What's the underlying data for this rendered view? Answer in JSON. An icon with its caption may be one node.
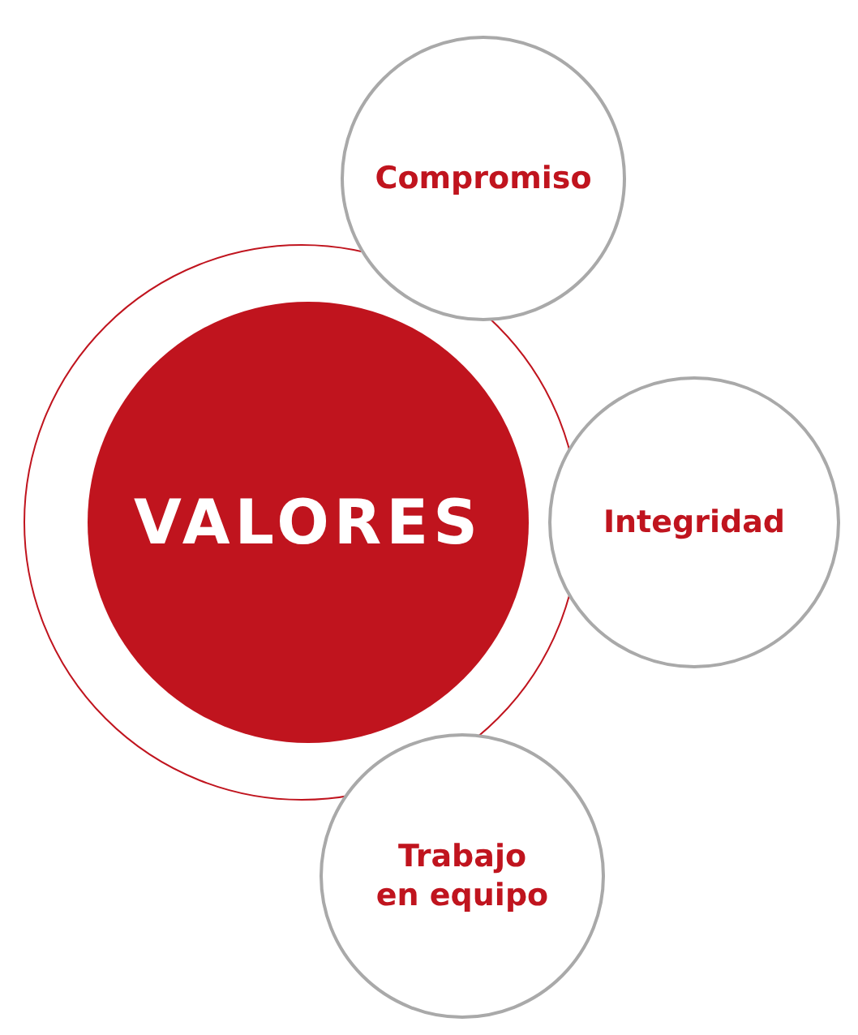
{
  "diagram": {
    "nodes": [
      {
        "text": [
          "VALORES"
        ]
      },
      {
        "text": [
          "Compromiso"
        ]
      },
      {
        "text": [
          "Integridad"
        ]
      },
      {
        "text": [
          "Trabajo en equipo"
        ]
      }
    ]
  }
}
